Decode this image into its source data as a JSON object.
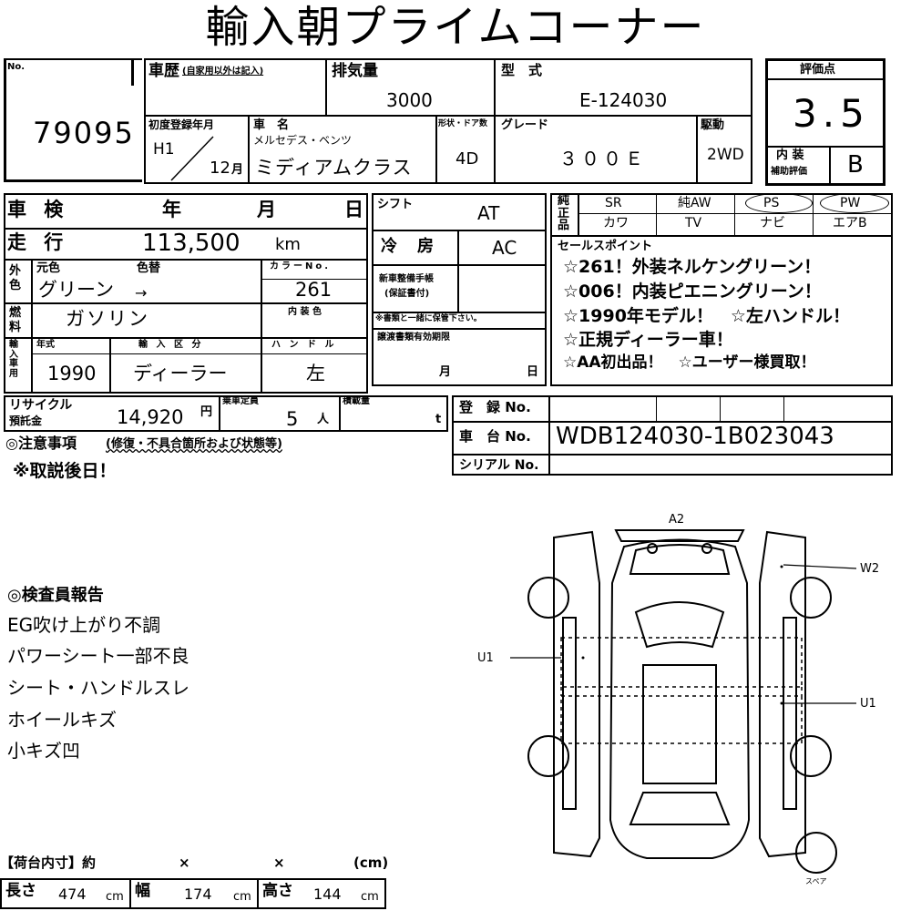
{
  "title": "輸入朝プライムコーナー",
  "header": {
    "no_label": "No.",
    "no_value": "79095",
    "history_label": "車歴",
    "history_note": "(自家用以外は記入)",
    "displacement_label": "排気量",
    "displacement_value": "3000",
    "model_label": "型　式",
    "model_value": "E-124030",
    "grade_label": "評価点",
    "grade_value": "3.5",
    "first_reg_label": "初度登録年月",
    "first_reg_era": "H1",
    "first_reg_month": "12",
    "first_reg_month_unit": "月",
    "car_name_label": "車　名",
    "car_name_maker": "メルセデス・ベンツ",
    "car_name_value": "ミディアムクラス",
    "door_label": "形状・ドア数",
    "door_value": "4D",
    "grade_name_label": "グレード",
    "grade_name_value": "３００Ｅ",
    "drive_label": "駆動",
    "drive_value": "2WD",
    "interior_label": "内 装",
    "interior_sub": "補助評価",
    "interior_value": "B"
  },
  "spec": {
    "inspection_label": "車 検",
    "year_label": "年",
    "month_label": "月",
    "day_label": "日",
    "shift_label": "シフト",
    "shift_value": "AT",
    "equip_label": "純正品",
    "equip_row1": [
      "SR",
      "純AW",
      "PS",
      "PW"
    ],
    "equip_row2": [
      "カワ",
      "TV",
      "ナビ",
      "エアB"
    ],
    "mileage_label": "走 行",
    "mileage_value": "113,500",
    "mileage_unit": "km",
    "ac_label": "冷　房",
    "ac_value": "AC",
    "exterior_label": "外色",
    "orig_color_label": "元色",
    "repaint_label": "色替",
    "color_value": "グリーン",
    "color_arrow": "→",
    "color_no_label": "カラーNo.",
    "color_no_value": "261",
    "interior_color_label": "内 装 色",
    "warranty_label": "新車整備手帳",
    "warranty_sub": "(保証書付)",
    "warranty_note": "※書類と一緒に保管下さい。",
    "fuel_label": "燃料",
    "fuel_value": "ガソリン",
    "import_label": "輸入車用",
    "model_year_label": "年式",
    "model_year_value": "1990",
    "import_type_label": "輸 入 区 分",
    "import_type_value": "ディーラー",
    "handle_label": "ハ ン ド ル",
    "handle_value": "左",
    "transfer_label": "譲渡書類有効期限",
    "transfer_month": "月",
    "transfer_day": "日",
    "sales_label": "セールスポイント",
    "sales_points": [
      "☆261！外装ネルケングリーン！",
      "☆006！内装ピエニングリーン！",
      "☆1990年モデル！　☆左ハンドル！",
      "☆正規ディーラー車！",
      "☆AA初出品！　☆ユーザー様買取！"
    ]
  },
  "bottom": {
    "recycle_label": "リサイクル",
    "recycle_sub": "預託金",
    "recycle_value": "14,920",
    "recycle_unit": "円",
    "capacity_label": "乗車定員",
    "capacity_value": "5",
    "capacity_unit": "人",
    "load_label": "積載量",
    "load_unit": "t",
    "reg_no_label": "登　録 No.",
    "chassis_label": "車　台 No.",
    "chassis_value": "WDB124030-1B023043",
    "serial_label": "シリアル No.",
    "notes_label": "◎注意事項",
    "notes_sub": "(修復・不具合箇所および状態等)",
    "notes_value": "※取説後日！"
  },
  "report": {
    "label": "◎検査員報告",
    "items": [
      "EG吹け上がり不調",
      "パワーシート一部不良",
      "シート・ハンドルスレ",
      "ホイールキズ",
      "小キズ凹"
    ]
  },
  "cargo": {
    "label": "【荷台内寸】約",
    "x1": "×",
    "x2": "×",
    "unit_label": "(cm)",
    "length_label": "長さ",
    "length_value": "474",
    "width_label": "幅",
    "width_value": "174",
    "height_label": "高さ",
    "height_value": "144",
    "unit": "cm"
  },
  "diagram": {
    "mark_a2": "A2",
    "mark_w2": "W2",
    "mark_u1_left": "U1",
    "mark_u1_right": "U1",
    "spare_label": "スペア"
  }
}
